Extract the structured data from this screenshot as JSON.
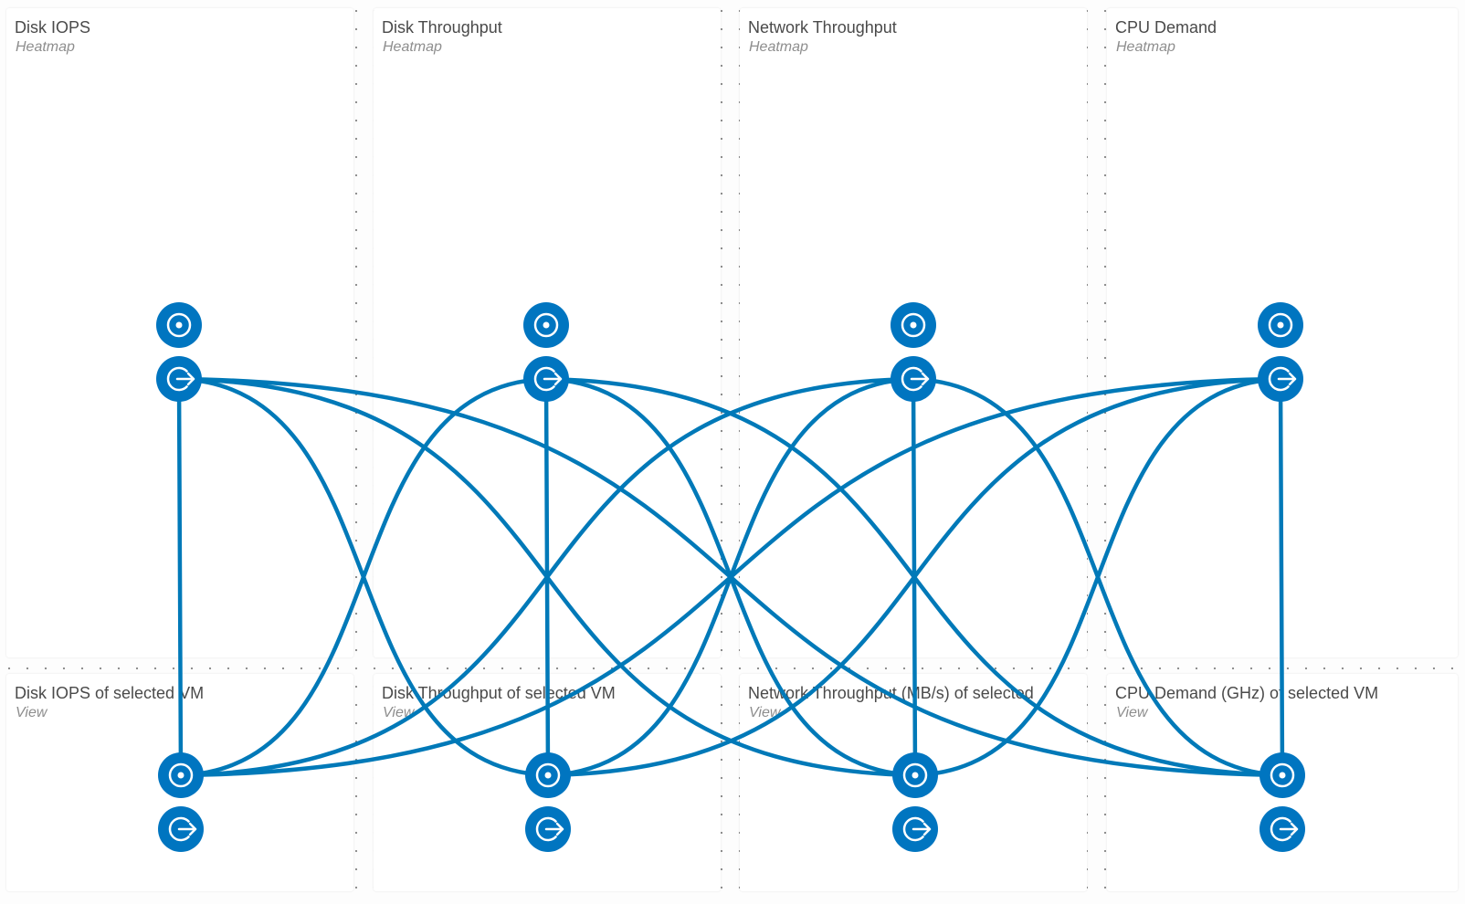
{
  "widgets": [
    {
      "title": "Disk IOPS",
      "type": "Heatmap"
    },
    {
      "title": "Disk Throughput",
      "type": "Heatmap"
    },
    {
      "title": "Network Throughput",
      "type": "Heatmap"
    },
    {
      "title": "CPU Demand",
      "type": "Heatmap"
    },
    {
      "title": "Disk IOPS of selected VM",
      "type": "View"
    },
    {
      "title": "Disk Throughput of selected VM",
      "type": "View"
    },
    {
      "title": "Network Throughput (MB/s) of selected",
      "type": "View"
    },
    {
      "title": "CPU Demand (GHz) of selected VM",
      "type": "View"
    }
  ],
  "icons": {
    "input_port": "target-icon",
    "output_port": "arrow-out-icon"
  },
  "colors": {
    "connector": "#0079b8",
    "port": "#0075c0"
  },
  "connections": "each heatmap output connects to all four view inputs"
}
